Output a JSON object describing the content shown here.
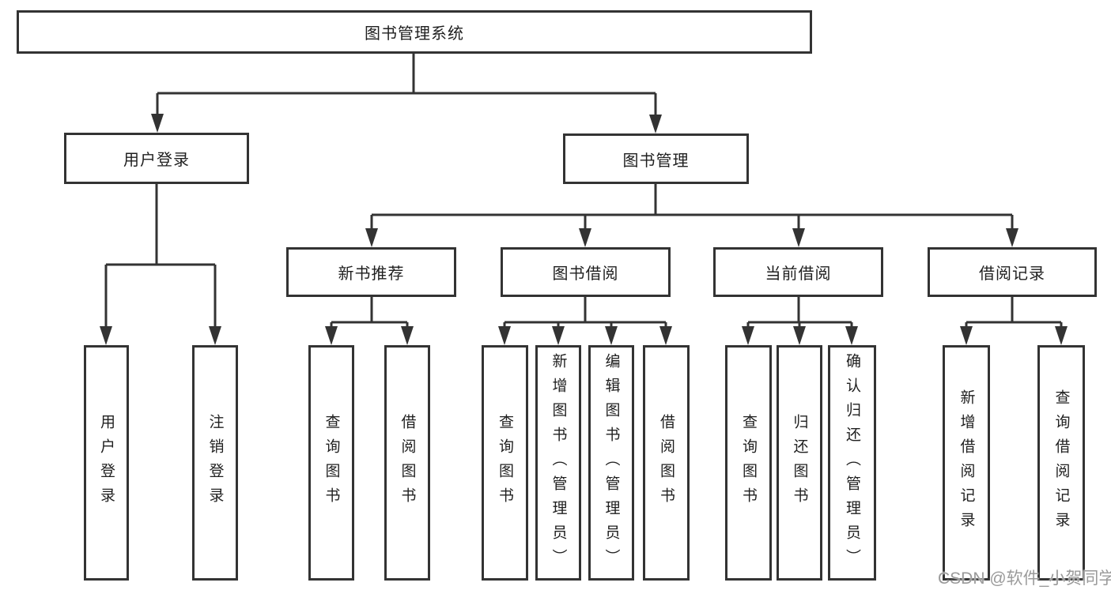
{
  "nodes": {
    "root": {
      "label": "图书管理系统"
    },
    "level2": [
      {
        "label": "用户登录"
      },
      {
        "label": "图书管理"
      }
    ],
    "level3": [
      {
        "label": "新书推荐"
      },
      {
        "label": "图书借阅"
      },
      {
        "label": "当前借阅"
      },
      {
        "label": "借阅记录"
      }
    ],
    "leaves": [
      {
        "label": "用户登录"
      },
      {
        "label": "注销登录"
      },
      {
        "label": "查询图书"
      },
      {
        "label": "借阅图书"
      },
      {
        "label": "查询图书"
      },
      {
        "label": "新增图书（管理员）"
      },
      {
        "label": "编辑图书（管理员）"
      },
      {
        "label": "借阅图书"
      },
      {
        "label": "查询图书"
      },
      {
        "label": "归还图书"
      },
      {
        "label": "确认归还（管理员）"
      },
      {
        "label": "新增借阅记录"
      },
      {
        "label": "查询借阅记录"
      }
    ]
  },
  "watermark": {
    "text": "CSDN @软件_小贺同学"
  },
  "colors": {
    "line": "#333333",
    "text": "#1f1f1f",
    "watermark": "#9a9a9a",
    "background": "#ffffff"
  }
}
